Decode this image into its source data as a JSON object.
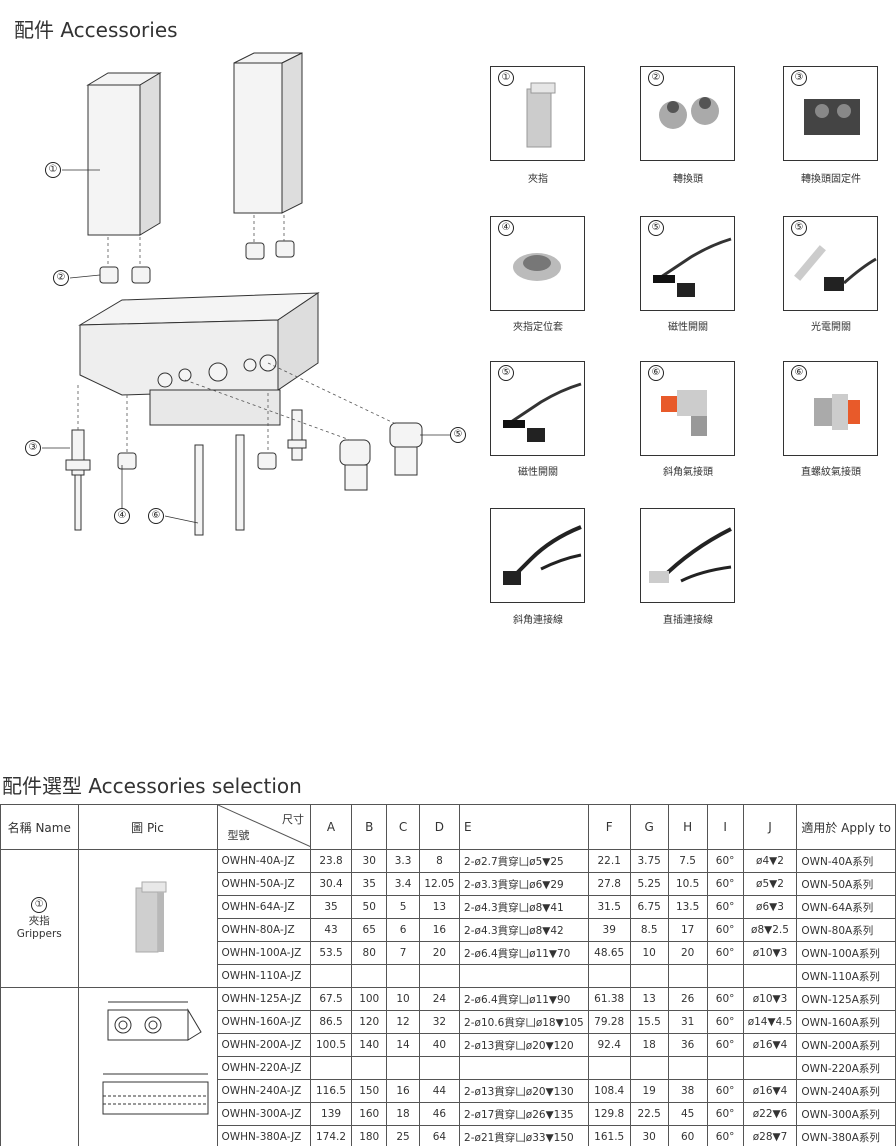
{
  "page": {
    "title": "配件 Accessories",
    "selection_title": "配件選型 Accessories selection"
  },
  "diagram": {
    "callouts": [
      "①",
      "②",
      "③",
      "④",
      "⑤",
      "⑥"
    ]
  },
  "cards": [
    {
      "num": "①",
      "caption": "夾指",
      "icon": "finger-icon"
    },
    {
      "num": "②",
      "caption": "轉換頭",
      "icon": "adapter-icon"
    },
    {
      "num": "③",
      "caption": "轉換頭固定件",
      "icon": "adapter-fixture-icon"
    },
    {
      "num": "④",
      "caption": "夾指定位套",
      "icon": "locating-sleeve-icon"
    },
    {
      "num": "⑤",
      "caption": "磁性開關",
      "icon": "magnetic-switch-icon"
    },
    {
      "num": "⑤",
      "caption": "光電開關",
      "icon": "photoelectric-switch-icon"
    },
    {
      "num": "⑤",
      "caption": "磁性開關",
      "icon": "magnetic-switch-icon"
    },
    {
      "num": "⑥",
      "caption": "斜角氣接頭",
      "icon": "elbow-fitting-icon"
    },
    {
      "num": "⑥",
      "caption": "直螺紋氣接頭",
      "icon": "straight-fitting-icon"
    },
    {
      "num": "",
      "caption": "斜角連接線",
      "icon": "angled-cable-icon"
    },
    {
      "num": "",
      "caption": "直插連接線",
      "icon": "straight-cable-icon"
    }
  ],
  "table": {
    "headers": {
      "name": "名稱 Name",
      "pic": "圖 Pic",
      "size": "尺寸",
      "model": "型號",
      "A": "A",
      "B": "B",
      "C": "C",
      "D": "D",
      "E": "E",
      "F": "F",
      "G": "G",
      "H": "H",
      "I": "I",
      "J": "J",
      "apply": "適用於 Apply to"
    },
    "group1": {
      "num": "①",
      "name_cn": "夾指",
      "name_en": "Grippers"
    },
    "rows": [
      {
        "model": "OWHN-40A-JZ",
        "A": "23.8",
        "B": "30",
        "C": "3.3",
        "D": "8",
        "E": "2-ø2.7貫穿凵ø5▼25",
        "F": "22.1",
        "G": "3.75",
        "H": "7.5",
        "I": "60°",
        "J": "ø4▼2",
        "apply": "OWN-40A系列"
      },
      {
        "model": "OWHN-50A-JZ",
        "A": "30.4",
        "B": "35",
        "C": "3.4",
        "D": "12.05",
        "E": "2-ø3.3貫穿凵ø6▼29",
        "F": "27.8",
        "G": "5.25",
        "H": "10.5",
        "I": "60°",
        "J": "ø5▼2",
        "apply": "OWN-50A系列"
      },
      {
        "model": "OWHN-64A-JZ",
        "A": "35",
        "B": "50",
        "C": "5",
        "D": "13",
        "E": "2-ø4.3貫穿凵ø8▼41",
        "F": "31.5",
        "G": "6.75",
        "H": "13.5",
        "I": "60°",
        "J": "ø6▼3",
        "apply": "OWN-64A系列"
      },
      {
        "model": "OWHN-80A-JZ",
        "A": "43",
        "B": "65",
        "C": "6",
        "D": "16",
        "E": "2-ø4.3貫穿凵ø8▼42",
        "F": "39",
        "G": "8.5",
        "H": "17",
        "I": "60°",
        "J": "ø8▼2.5",
        "apply": "OWN-80A系列"
      },
      {
        "model": "OWHN-100A-JZ",
        "A": "53.5",
        "B": "80",
        "C": "7",
        "D": "20",
        "E": "2-ø6.4貫穿凵ø11▼70",
        "F": "48.65",
        "G": "10",
        "H": "20",
        "I": "60°",
        "J": "ø10▼3",
        "apply": "OWN-100A系列"
      },
      {
        "model": "OWHN-110A-JZ",
        "A": "",
        "B": "",
        "C": "",
        "D": "",
        "E": "",
        "F": "",
        "G": "",
        "H": "",
        "I": "",
        "J": "",
        "apply": "OWN-110A系列"
      },
      {
        "model": "OWHN-125A-JZ",
        "A": "67.5",
        "B": "100",
        "C": "10",
        "D": "24",
        "E": "2-ø6.4貫穿凵ø11▼90",
        "F": "61.38",
        "G": "13",
        "H": "26",
        "I": "60°",
        "J": "ø10▼3",
        "apply": "OWN-125A系列"
      },
      {
        "model": "OWHN-160A-JZ",
        "A": "86.5",
        "B": "120",
        "C": "12",
        "D": "32",
        "E": "2-ø10.6貫穿凵ø18▼105",
        "F": "79.28",
        "G": "15.5",
        "H": "31",
        "I": "60°",
        "J": "ø14▼4.5",
        "apply": "OWN-160A系列"
      },
      {
        "model": "OWHN-200A-JZ",
        "A": "100.5",
        "B": "140",
        "C": "14",
        "D": "40",
        "E": "2-ø13貫穿凵ø20▼120",
        "F": "92.4",
        "G": "18",
        "H": "36",
        "I": "60°",
        "J": "ø16▼4",
        "apply": "OWN-200A系列"
      },
      {
        "model": "OWHN-220A-JZ",
        "A": "",
        "B": "",
        "C": "",
        "D": "",
        "E": "",
        "F": "",
        "G": "",
        "H": "",
        "I": "",
        "J": "",
        "apply": "OWN-220A系列"
      },
      {
        "model": "OWHN-240A-JZ",
        "A": "116.5",
        "B": "150",
        "C": "16",
        "D": "44",
        "E": "2-ø13貫穿凵ø20▼130",
        "F": "108.4",
        "G": "19",
        "H": "38",
        "I": "60°",
        "J": "ø16▼4",
        "apply": "OWN-240A系列"
      },
      {
        "model": "OWHN-300A-JZ",
        "A": "139",
        "B": "160",
        "C": "18",
        "D": "46",
        "E": "2-ø17貫穿凵ø26▼135",
        "F": "129.8",
        "G": "22.5",
        "H": "45",
        "I": "60°",
        "J": "ø22▼6",
        "apply": "OWN-300A系列"
      },
      {
        "model": "OWHN-380A-JZ",
        "A": "174.2",
        "B": "180",
        "C": "25",
        "D": "64",
        "E": "2-ø21貫穿凵ø33▼150",
        "F": "161.5",
        "G": "30",
        "H": "60",
        "I": "60°",
        "J": "ø28▼7",
        "apply": "OWN-380A系列"
      }
    ]
  }
}
